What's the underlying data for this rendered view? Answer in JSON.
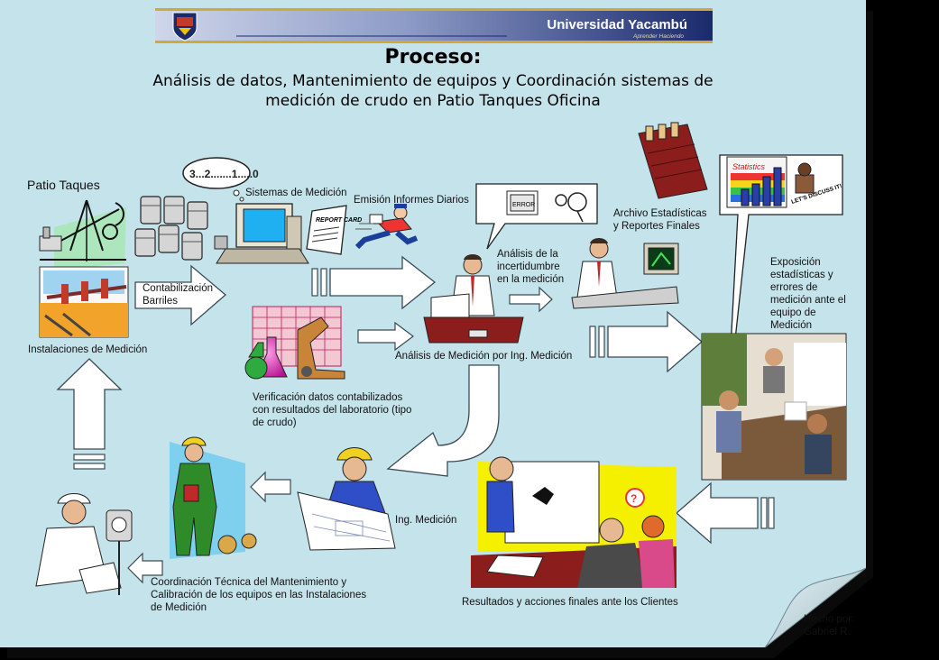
{
  "header": {
    "institution": "Universidad Yacambú",
    "motto": "Aprender Haciendo",
    "title": "Proceso:",
    "subtitle_line1": "Análisis de datos, Mantenimiento de equipos  y Coordinación sistemas de",
    "subtitle_line2": "medición de crudo en Patio Tanques Oficina"
  },
  "icons": {
    "counter_bubble": "3...2.......1.....0",
    "report_card": "REPORT CARD",
    "error_screen": "ERROR",
    "statistics_chart": "Statistics",
    "discuss_stamp": "LET'S DISCUSS IT!"
  },
  "labels": {
    "patio": "Patio Taques",
    "instalaciones": "Instalaciones de Medición",
    "contabilizacion_l1": "Contabilización",
    "contabilizacion_l2": "Barriles",
    "sistemas": "Sistemas de Medición",
    "emision": "Emisión Informes Diarios",
    "incert_l1": "Análisis de la",
    "incert_l2": "incertidumbre",
    "incert_l3": "en la medición",
    "archivo_l1": "Archivo Estadísticas",
    "archivo_l2": "y Reportes Finales",
    "exposicion_l1": "Exposición",
    "exposicion_l2": "estadísticas y",
    "exposicion_l3": "errores de",
    "exposicion_l4": "medición ante el",
    "exposicion_l5": "equipo de",
    "exposicion_l6": "Medición",
    "analisis_medicion": "Análisis de Medición por Ing. Medición",
    "verif_l1": "Verificación datos contabilizados",
    "verif_l2": "con resultados del laboratorio (tipo",
    "verif_l3": "de crudo)",
    "ing_medicion": "Ing. Medición",
    "coord_l1": "Coordinación Técnica del Mantenimiento y",
    "coord_l2": "Calibración de los equipos en las Instalaciones",
    "coord_l3": "de Medición",
    "resultados": "Resultados y acciones finales ante los Clientes",
    "hecho_l1": "Hecho por:",
    "hecho_l2": "Gabriel R."
  },
  "colors": {
    "sheet": "#c5e3ea",
    "arrow_fill": "#ffffff",
    "arrow_stroke": "#3a4a55",
    "banner_dark": "#1b2a6b",
    "banner_light": "#c7cfe6"
  }
}
